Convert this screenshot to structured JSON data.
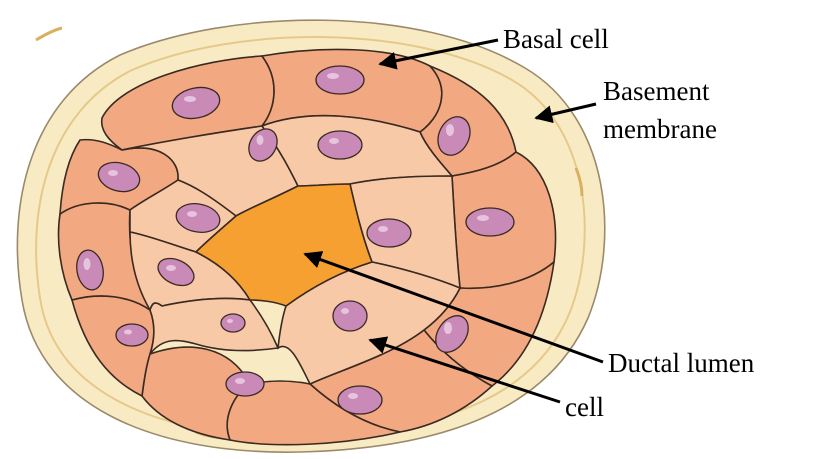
{
  "labels": {
    "basal_cell": "Basal cell",
    "basement_membrane_line1": "Basement",
    "basement_membrane_line2": "membrane",
    "ductal_lumen": "Ductal lumen",
    "cell": "cell"
  },
  "colors": {
    "basement_membrane_fill": "#f8ebc3",
    "basement_membrane_edge": "#e6c98a",
    "outer_cell": "#f2a880",
    "inner_cell": "#f8c9a6",
    "lumen": "#f6a032",
    "nucleus": "#c98ab8",
    "outline": "#3a2a22"
  }
}
